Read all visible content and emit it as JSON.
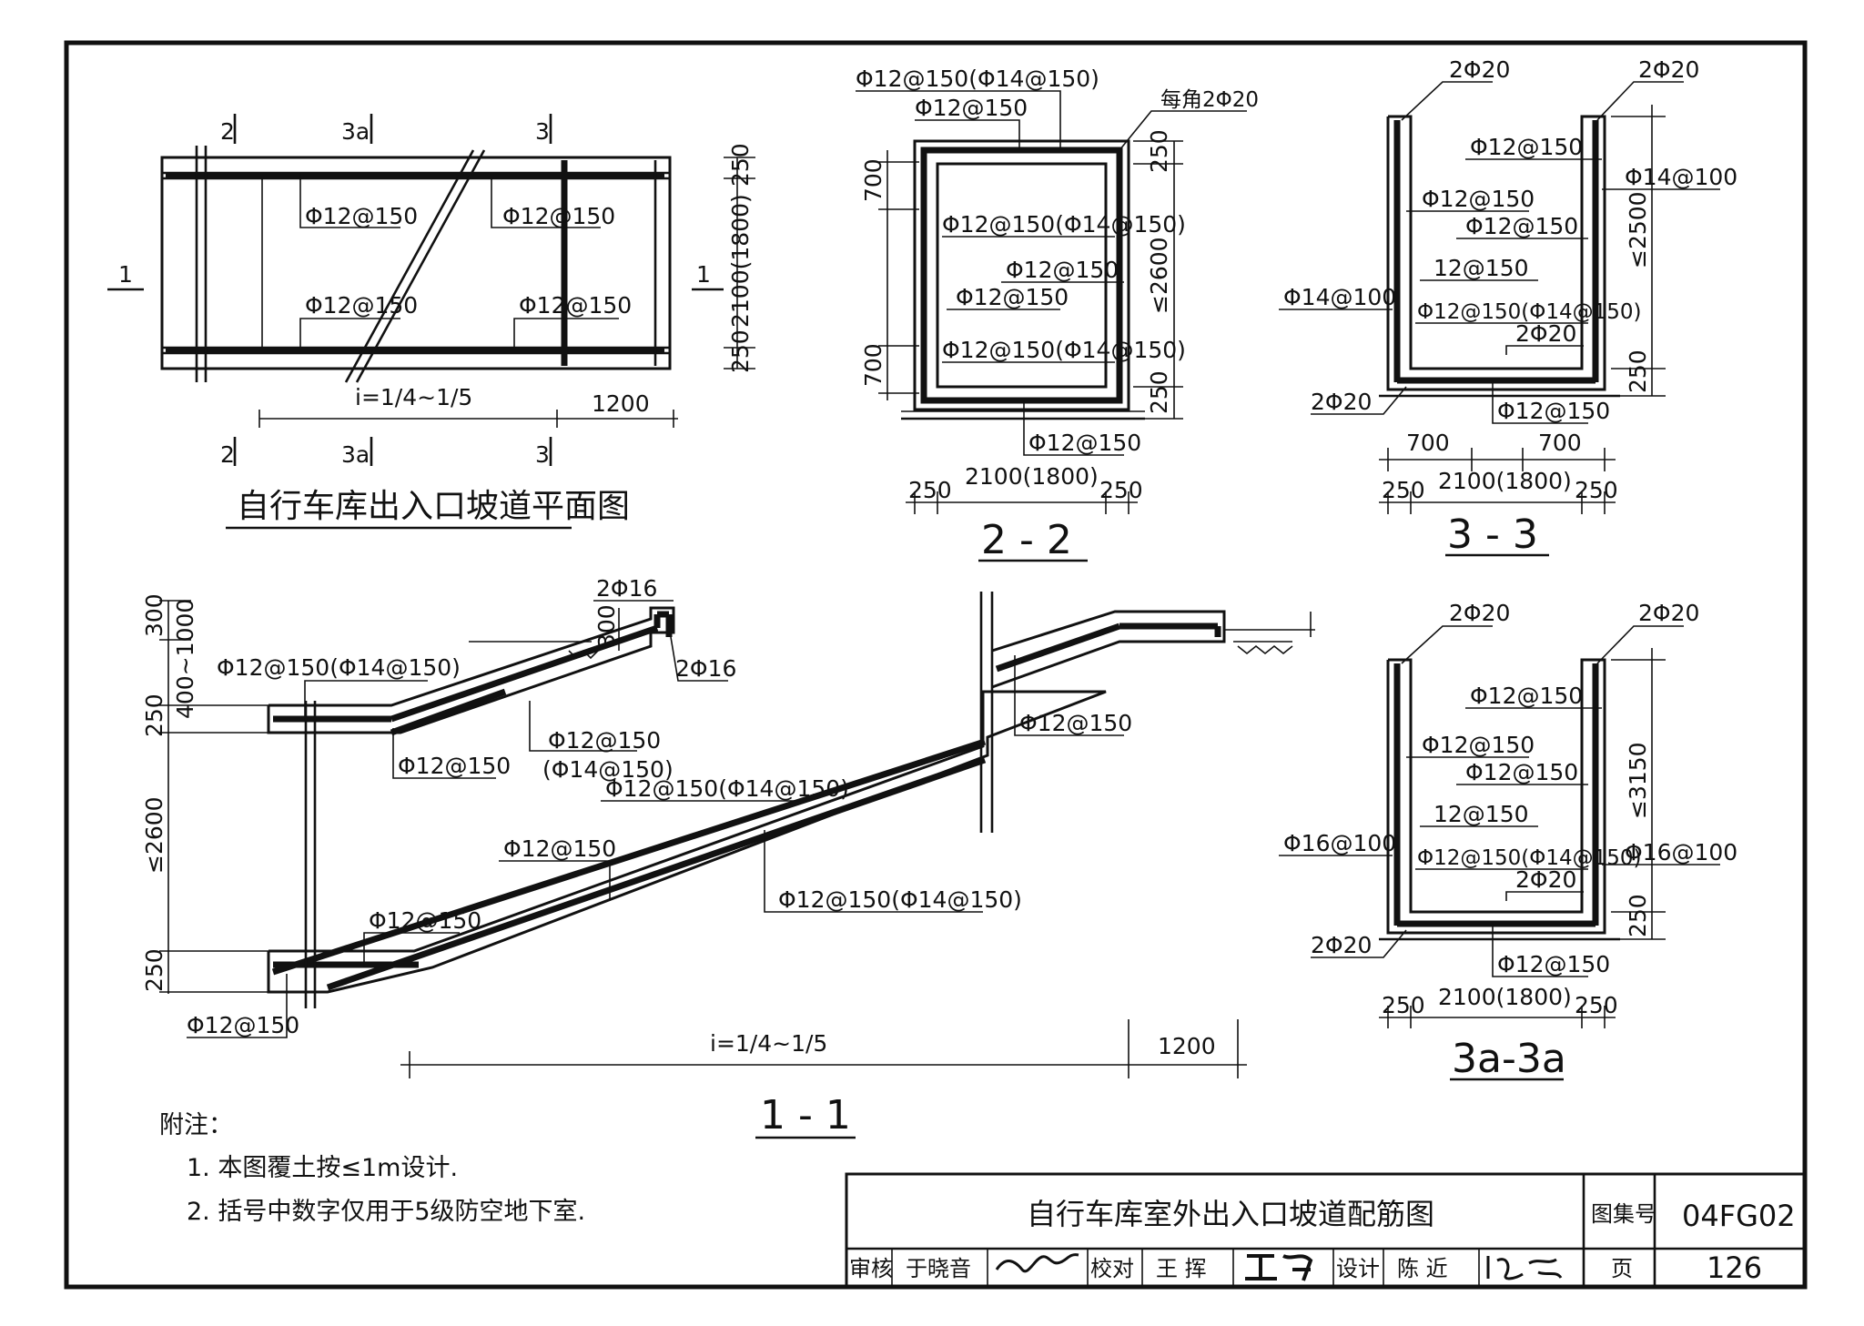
{
  "plan": {
    "title": "自行车库出入口坡道平面图",
    "cut_2": "2",
    "cut_3a": "3a",
    "cut_3": "3",
    "cut_1": "1",
    "bar_a": "Φ12@150",
    "bar_b": "Φ12@150",
    "bar_c": "Φ12@150",
    "bar_d": "Φ12@150",
    "dim_top": "250",
    "dim_width": "2100(1800)",
    "dim_bottom": "250",
    "slope": "i=1/4~1/5",
    "dim_1200": "1200"
  },
  "sec22": {
    "title": "2 - 2",
    "top_bar": "Φ12@150(Φ14@150)",
    "top_bar2": "Φ12@150",
    "corner": "每角2Φ20",
    "dim_700_top": "700",
    "dim_700_bot": "700",
    "wall_bar1": "Φ12@150(Φ14@150)",
    "wall_bar2": "Φ12@150",
    "wall_bar3": "Φ12@150",
    "wall_bar4": "Φ12@150(Φ14@150)",
    "bot_bar": "Φ12@150",
    "dim_250_top": "250",
    "dim_height": "≤2600",
    "dim_250_bot": "250",
    "dim_250_l": "250",
    "dim_width": "2100(1800)",
    "dim_250_r": "250"
  },
  "sec33": {
    "title": "3 - 3",
    "bar_2phi20_l": "2Φ20",
    "bar_2phi20_r": "2Φ20",
    "bar1": "Φ12@150",
    "bar_right": "Φ14@100",
    "bar2": "Φ12@150",
    "bar3": "Φ12@150",
    "bar4": "12@150",
    "bar_left": "Φ14@100",
    "bar5": "Φ12@150(Φ14@150)",
    "bar6": "2Φ20",
    "bar_2phi20_bl": "2Φ20",
    "bar_bot": "Φ12@150",
    "dim_height": "≤2500",
    "dim_250": "250",
    "dim_700_l": "700",
    "dim_700_r": "700",
    "dim_250_l": "250",
    "dim_width": "2100(1800)",
    "dim_250_r": "250"
  },
  "sec3a": {
    "title": "3a-3a",
    "bar_2phi20_l": "2Φ20",
    "bar_2phi20_r": "2Φ20",
    "bar1": "Φ12@150",
    "bar2": "Φ12@150",
    "bar3": "Φ12@150",
    "bar4": "12@150",
    "bar_left": "Φ16@100",
    "bar5": "Φ12@150(Φ14@150)",
    "bar_right": "Φ16@100",
    "bar6": "2Φ20",
    "bar_2phi20_bl": "2Φ20",
    "bar_bot": "Φ12@150",
    "dim_height": "≤3150",
    "dim_250": "250",
    "dim_250_l": "250",
    "dim_width": "2100(1800)",
    "dim_250_r": "250"
  },
  "sec11": {
    "title": "1 - 1",
    "top_2phi16": "2Φ16",
    "dim_300a": "300",
    "dim_300b": "300",
    "dim_400": "400~1000",
    "side_2phi16": "2Φ16",
    "bar1": "Φ12@150(Φ14@150)",
    "dim_250a": "250",
    "bar2": "Φ12@150",
    "bar3": "Φ12@150",
    "bar3b": "(Φ14@150)",
    "bar4": "Φ12@150(Φ14@150)",
    "dim_2600": "≤2600",
    "bar5": "Φ12@150",
    "bar6": "Φ12@150(Φ14@150)",
    "bar7": "Φ12@150",
    "dim_250b": "250",
    "bar8": "Φ12@150",
    "bar_right": "Φ12@150",
    "slope": "i=1/4~1/5",
    "dim_1200": "1200"
  },
  "notes": {
    "heading": "附注：",
    "n1": "1. 本图覆土按≤1m设计.",
    "n2": "2. 括号中数字仅用于5级防空地下室."
  },
  "title_block": {
    "drawing_title": "自行车库室外出入口坡道配筋图",
    "atlas_label": "图集号",
    "atlas_no": "04FG02",
    "review_label": "审核",
    "reviewer": "于晓音",
    "check_label": "校对",
    "checker": "王 挥",
    "design_label": "设计",
    "designer": "陈 近",
    "page_label": "页",
    "page_no": "126"
  }
}
